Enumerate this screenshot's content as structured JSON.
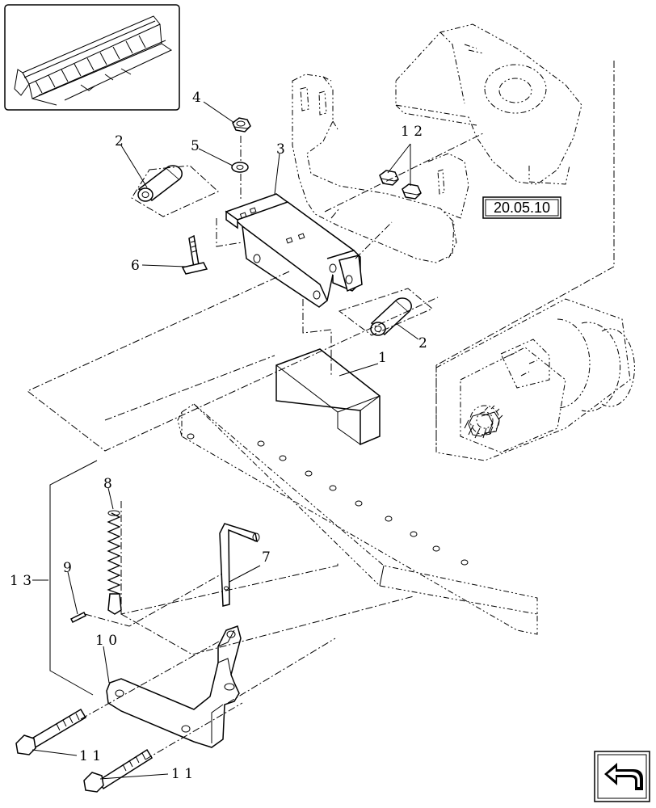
{
  "callouts": [
    {
      "id": "c1",
      "text": "1"
    },
    {
      "id": "c2a",
      "text": "2"
    },
    {
      "id": "c2b",
      "text": "2"
    },
    {
      "id": "c3",
      "text": "3"
    },
    {
      "id": "c4",
      "text": "4"
    },
    {
      "id": "c5",
      "text": "5"
    },
    {
      "id": "c6",
      "text": "6"
    },
    {
      "id": "c7",
      "text": "7"
    },
    {
      "id": "c8",
      "text": "8"
    },
    {
      "id": "c9",
      "text": "9"
    },
    {
      "id": "c10",
      "text": "1 0"
    },
    {
      "id": "c11a",
      "text": "1 1"
    },
    {
      "id": "c11b",
      "text": "1 1"
    },
    {
      "id": "c12",
      "text": "1 2"
    },
    {
      "id": "c13",
      "text": "1 3"
    }
  ],
  "reference_box": {
    "text": "20.05.10"
  },
  "icons": {
    "thumbnail": "machine-overview-thumbnail",
    "navigation": "return-arrow-icon"
  }
}
